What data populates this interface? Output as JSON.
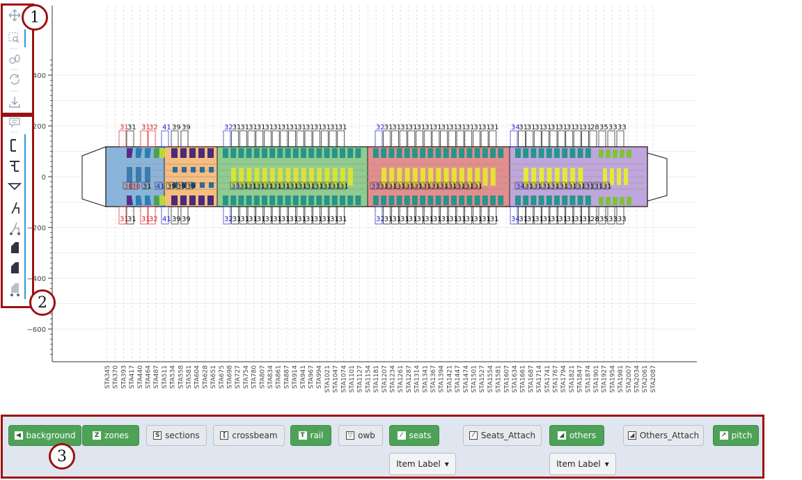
{
  "toolbar1": {
    "callout": "1",
    "tools": [
      {
        "icon": "pan-icon"
      },
      {
        "icon": "box-zoom-icon"
      },
      {
        "icon": "wheel-zoom-icon"
      },
      {
        "icon": "reset-icon"
      },
      {
        "icon": "save-icon"
      }
    ]
  },
  "toolbar2": {
    "callout": "2",
    "tools": [
      {
        "icon": "hover-icon"
      },
      {
        "icon": "crossbeam-tool-icon"
      },
      {
        "icon": "rail-tool-icon"
      },
      {
        "icon": "owb-tool-icon"
      },
      {
        "icon": "seat-tool-icon"
      },
      {
        "icon": "seat-attach-tool-icon"
      },
      {
        "icon": "others-tool-icon"
      },
      {
        "icon": "others-tool-icon-2"
      },
      {
        "icon": "others-attach-tool-icon"
      }
    ]
  },
  "panel": {
    "callout": "3",
    "buttons": [
      {
        "label": "background",
        "icon": "background-icon",
        "active": true
      },
      {
        "label": "zones",
        "icon": "zones-icon",
        "active": true
      },
      {
        "label": "sections",
        "icon": "sections-icon",
        "active": false
      },
      {
        "label": "crossbeam",
        "icon": "crossbeam-icon",
        "active": false
      },
      {
        "label": "rail",
        "icon": "rail-icon",
        "active": true
      },
      {
        "label": "owb",
        "icon": "owb-icon",
        "active": false
      },
      {
        "label": "seats",
        "icon": "seats-icon",
        "active": true
      },
      {
        "label": "Seats_Attach",
        "icon": "seats-attach-icon",
        "active": false
      },
      {
        "label": "others",
        "icon": "others-icon",
        "active": true
      },
      {
        "label": "Others_Attach",
        "icon": "others-attach-icon",
        "active": false
      },
      {
        "label": "pitch",
        "icon": "pitch-icon",
        "active": true
      }
    ],
    "dropdowns": [
      {
        "label": "Item Label"
      },
      {
        "label": "Item Label"
      }
    ]
  },
  "axis": {
    "y_ticks": [
      "400",
      "200",
      "0",
      "−200",
      "−400",
      "−600"
    ]
  },
  "zones": [
    {
      "color": "#8ab4d9"
    },
    {
      "color": "#f5bd7f"
    },
    {
      "color": "#8fcc8e"
    },
    {
      "color": "#e48d8d"
    },
    {
      "color": "#bfa6dc"
    }
  ],
  "seat_labels": {
    "top": [
      "31",
      "31",
      "31",
      "32",
      "41",
      "39",
      "39",
      "32",
      "31",
      "31",
      "31",
      "31",
      "31",
      "31",
      "31",
      "31",
      "31",
      "31",
      "31",
      "31",
      "31",
      "31",
      "32",
      "31",
      "31",
      "31",
      "31",
      "31",
      "31",
      "31",
      "31",
      "31",
      "31",
      "31",
      "31",
      "31",
      "31",
      "34",
      "31",
      "31",
      "31",
      "31",
      "31",
      "31",
      "31",
      "31",
      "31",
      "28",
      "35",
      "33",
      "33"
    ],
    "middle": [
      "30",
      "30",
      "31",
      "41",
      "39",
      "39",
      "39",
      "33",
      "31",
      "31",
      "31",
      "31",
      "31",
      "31",
      "31",
      "31",
      "31",
      "31",
      "31",
      "31",
      "31",
      "33",
      "31",
      "31",
      "31",
      "31",
      "31",
      "31",
      "31",
      "31",
      "31",
      "31",
      "31",
      "31",
      "34",
      "31",
      "31",
      "31",
      "31",
      "31",
      "31",
      "31",
      "31",
      "31",
      "31"
    ],
    "bottom": [
      "31",
      "31",
      "31",
      "32",
      "41",
      "39",
      "39",
      "32",
      "31",
      "31",
      "31",
      "31",
      "31",
      "31",
      "31",
      "31",
      "31",
      "31",
      "31",
      "31",
      "31",
      "31",
      "32",
      "31",
      "31",
      "31",
      "31",
      "31",
      "31",
      "31",
      "31",
      "31",
      "31",
      "31",
      "31",
      "31",
      "31",
      "34",
      "31",
      "31",
      "31",
      "31",
      "31",
      "31",
      "31",
      "31",
      "31",
      "28",
      "35",
      "33",
      "33"
    ]
  },
  "stations": [
    "STA345",
    "STA370",
    "STA393",
    "STA417",
    "STA440",
    "STA464",
    "STA487",
    "STA511",
    "STA534",
    "STA558",
    "STA581",
    "STA604",
    "STA628",
    "STA651",
    "STA675",
    "STA698",
    "STA727",
    "STA754",
    "STA780",
    "STA807",
    "STA834",
    "STA861",
    "STA887",
    "STA914",
    "STA941",
    "STA967",
    "STA994",
    "STA1021",
    "STA1047",
    "STA1074",
    "STA1101",
    "STA1127",
    "STA1154",
    "STA1181",
    "STA1207",
    "STA1234",
    "STA1261",
    "STA1287",
    "STA1314",
    "STA1341",
    "STA1367",
    "STA1394",
    "STA1421",
    "STA1447",
    "STA1474",
    "STA1501",
    "STA1527",
    "STA1554",
    "STA1581",
    "STA1607",
    "STA1634",
    "STA1661",
    "STA1687",
    "STA1714",
    "STA1741",
    "STA1767",
    "STA1794",
    "STA1821",
    "STA1847",
    "STA1874",
    "STA1901",
    "STA1927",
    "STA1954",
    "STA1981",
    "STA2007",
    "STA2034",
    "STA2061",
    "STA2087"
  ]
}
